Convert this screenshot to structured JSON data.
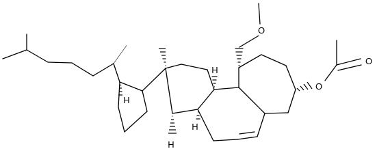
{
  "molecule": {
    "atom_labels": {
      "methoxy_oxygen": "O",
      "ester_oxygen": "O",
      "carbonyl_oxygen": "O",
      "hydrogen_c8": "H",
      "hydrogen_c9": "H",
      "hydrogen_c14": "H",
      "hydrogen_c17": "H"
    }
  }
}
